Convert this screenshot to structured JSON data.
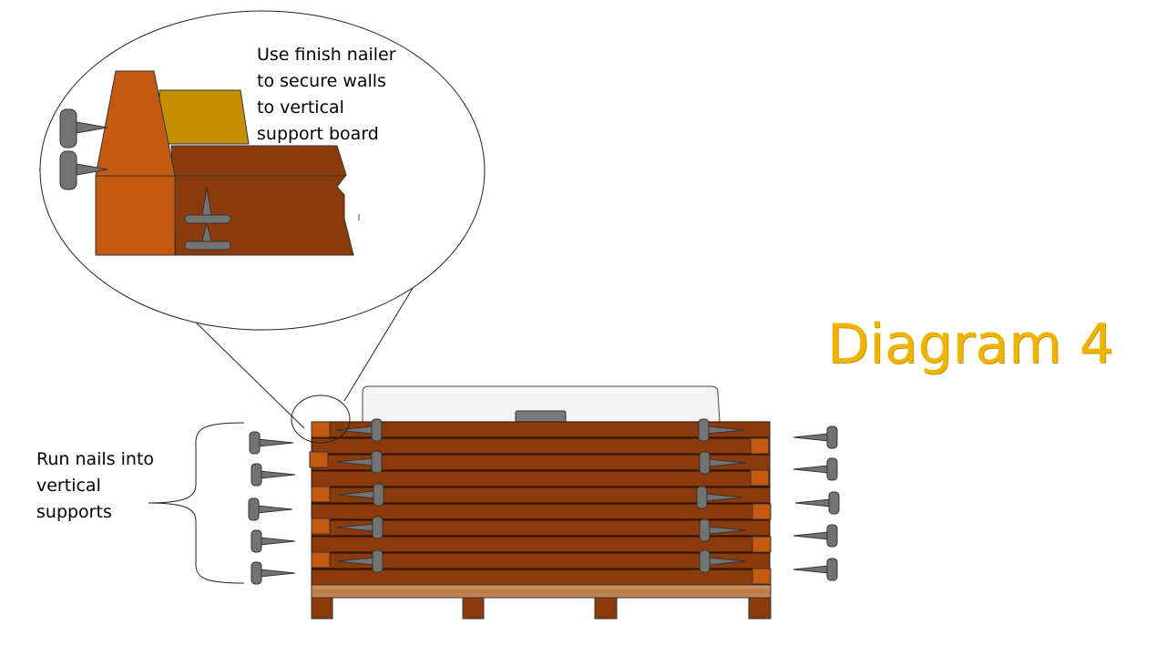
{
  "title": "Diagram 4",
  "callout_finish_nailer": [
    "Use finish nailer",
    "to secure walls",
    "to vertical",
    "support board"
  ],
  "callout_run_nails": [
    "Run nails into",
    "vertical",
    "supports"
  ],
  "colors": {
    "board": "#8b3a0c",
    "support": "#c45a10",
    "base_board": "#c08050",
    "gold_panel": "#c49000",
    "nail": "#737373",
    "title": "#f0b400"
  },
  "icons": [
    "nail-icon"
  ]
}
